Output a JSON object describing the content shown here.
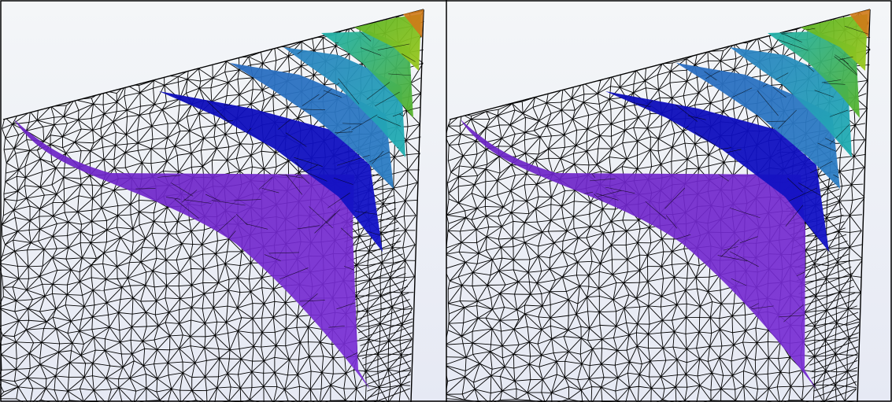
{
  "figure": {
    "panels": [
      {
        "id": "left",
        "variant": "original"
      },
      {
        "id": "right",
        "variant": "modified"
      }
    ],
    "colors": {
      "background_top": "#f4f6f8",
      "background_bottom": "#e6e9f4",
      "mesh_line": "#000000",
      "frame": "#000000",
      "surfaces": {
        "violet": "#7a2fd6",
        "blue": "#1414c8",
        "steel_blue": "#2d7fc4",
        "cyan": "#20b0b0",
        "green": "#58b428",
        "yellow_green": "#9cc81c",
        "orange": "#d07a18"
      }
    }
  }
}
